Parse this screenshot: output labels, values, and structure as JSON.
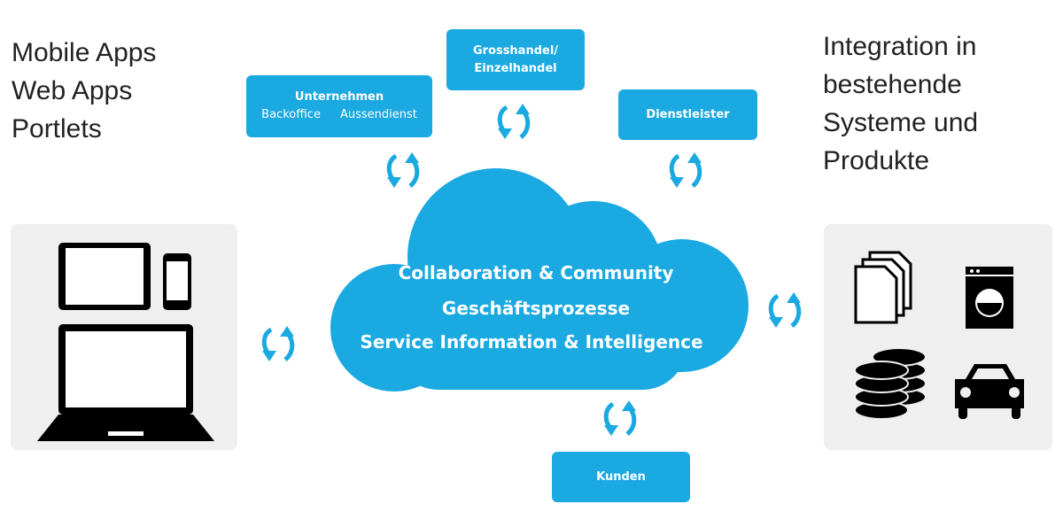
{
  "left_heading": [
    "Mobile Apps",
    "Web Apps",
    "Portlets"
  ],
  "right_heading": [
    "Integration in",
    "bestehende",
    "Systeme und",
    "Produkte"
  ],
  "boxes": {
    "unternehmen": {
      "title": "Unternehmen",
      "sub_left": "Backoffice",
      "sub_right": "Aussendienst"
    },
    "handel": {
      "line1": "Grosshandel/",
      "line2": "Einzelhandel"
    },
    "dienstleister": "Dienstleister",
    "kunden": "Kunden"
  },
  "cloud": [
    "Collaboration & Community",
    "Geschäftsprozesse",
    "Service Information & Intelligence"
  ],
  "colors": {
    "accent": "#1aa9e1",
    "panel": "#efefef"
  }
}
